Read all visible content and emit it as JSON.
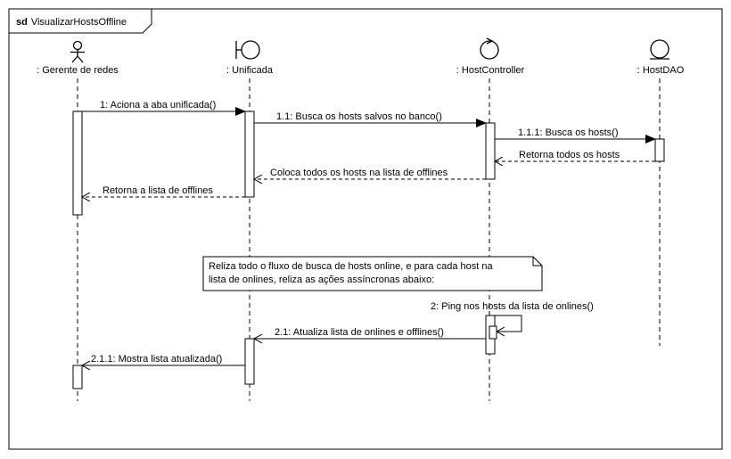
{
  "frame": {
    "keyword": "sd",
    "name": "VisualizarHostsOffline"
  },
  "lifelines": [
    {
      "id": "gerente",
      "kind": "actor",
      "label": ": Gerente de redes"
    },
    {
      "id": "unificada",
      "kind": "boundary",
      "label": ": Unificada"
    },
    {
      "id": "hostcontroller",
      "kind": "control",
      "label": ": HostController"
    },
    {
      "id": "hostdao",
      "kind": "entity",
      "label": ": HostDAO"
    }
  ],
  "messages": [
    {
      "id": "m1",
      "kind": "sync",
      "label": "1: Aciona a aba unificada()"
    },
    {
      "id": "m11",
      "kind": "sync",
      "label": "1.1: Busca os hosts salvos no banco()"
    },
    {
      "id": "m111",
      "kind": "sync",
      "label": "1.1.1: Busca os hosts()"
    },
    {
      "id": "r111",
      "kind": "return",
      "label": "Retorna todos os hosts"
    },
    {
      "id": "r11",
      "kind": "return",
      "label": "Coloca todos os hosts na lista de offlines"
    },
    {
      "id": "r1",
      "kind": "return",
      "label": "Retorna a lista de offlines"
    },
    {
      "id": "m2",
      "kind": "self",
      "label": "2: Ping nos hosts da lista de onlines()"
    },
    {
      "id": "m21",
      "kind": "async",
      "label": "2.1: Atualiza lista de onlines e offlines()"
    },
    {
      "id": "m211",
      "kind": "async",
      "label": "2.1.1: Mostra lista atualizada()"
    }
  ],
  "note": {
    "lines": [
      "Reliza todo o fluxo de busca de hosts online, e para cada host na",
      "lista de onlines, reliza as ações assíncronas abaixo:"
    ]
  }
}
